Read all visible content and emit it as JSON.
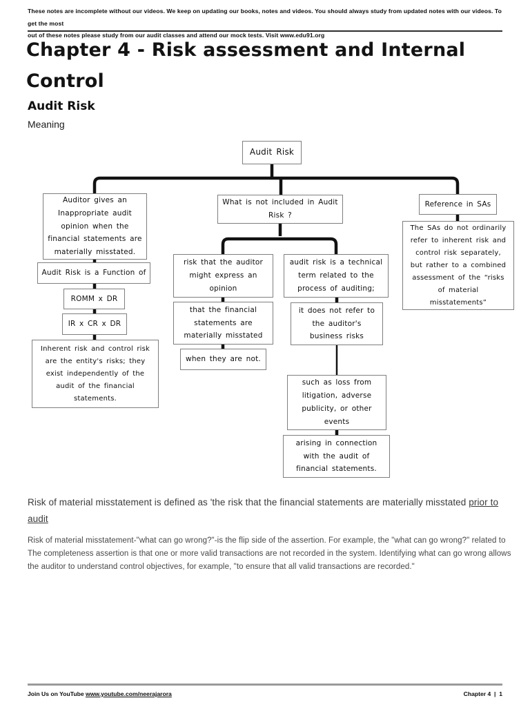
{
  "header": {
    "disclaimer_line1": "These notes are incomplete without our videos. We keep on updating our books, notes and videos. You should always study from updated notes with our videos. To get the most",
    "disclaimer_line2": "out of these notes please study from our audit classes and attend our mock tests. Visit www.edu91.org"
  },
  "title": "Chapter 4 - Risk assessment and Internal Control",
  "section": {
    "heading": "Audit Risk",
    "subheading": "Meaning"
  },
  "diagram": {
    "nodes": {
      "root": "Audit Risk",
      "auditor_opinion": "Auditor gives an\nInappropriate audit\nopinion when the\nfinancial statements are\nmaterially misstated.",
      "function_of": "Audit Risk is a Function of",
      "romm_dr": "ROMM x DR",
      "ir_cr_dr": "IR x CR x DR",
      "inherent_control": "Inherent risk and control risk\nare the entity's risks; they\nexist independently of the\naudit of the financial\nstatements.",
      "not_included": "What is not included in Audit\nRisk ?",
      "risk_express": "risk that the auditor\nmight express an\nopinion",
      "fs_misstated": "that the financial\nstatements are\nmaterially misstated",
      "when_not": "when they are not.",
      "technical_term": "audit risk is a technical\nterm related to the\nprocess of auditing;",
      "not_business_risks": "it does not refer to\nthe auditor's\nbusiness risks",
      "loss_litigation": "such as loss from\nlitigation, adverse\npublicity, or other\nevents",
      "arising_connection": "arising in connection\nwith the audit of\nfinancial statements.",
      "reference_sas": "Reference in SAs",
      "sas_combined": "The SAs do not ordinarily\nrefer to inherent risk and\ncontrol risk separately,\nbut rather to a combined\nassessment of the “risks\nof material\nmisstatements”"
    },
    "line_color": "#121212",
    "box_border_color": "#7e7e7e"
  },
  "body": {
    "romm_definition": "Risk of material misstatement is defined as 'the risk that the financial statements are materially misstated",
    "romm_definition_underlined": "prior to audit",
    "para2": "Risk of material misstatement-\"what can go wrong?\"-is the flip side of the assertion. For example, the \"what can go wrong?\" related to The completeness assertion is that one or more valid transactions are not recorded in the system. Identifying what can go wrong allows the auditor to understand control objectives, for example, \"to ensure that all valid transactions are recorded.\""
  },
  "footer": {
    "join_text": "Join Us on YouTube",
    "youtube_url": "www.youtube.com/neerajarora",
    "page_label": "Chapter 4  |  1"
  }
}
